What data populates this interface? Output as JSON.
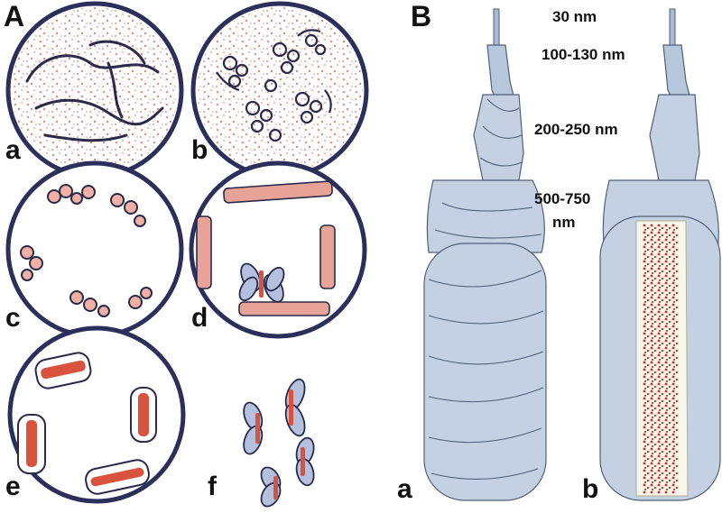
{
  "panels": {
    "A": "A",
    "B": "B",
    "a": "a",
    "b": "b",
    "c": "c",
    "d": "d",
    "e": "e",
    "f": "f",
    "Ba": "a",
    "Bb": "b"
  },
  "scale_labels": {
    "s30": "30 nm",
    "s100": "100-130 nm",
    "s200": "200-250 nm",
    "s500_line1": "500-750",
    "s500_line2": "nm"
  },
  "colors": {
    "cell_outline": "#2b2f5a",
    "chromatin": "#2a2a4a",
    "protein_dots": "#e07a6a",
    "fiber_fill": "#c3d1e3",
    "fiber_stroke": "#50607a",
    "scaffold": "#cc2a1a",
    "core": "#f7f7ec"
  }
}
